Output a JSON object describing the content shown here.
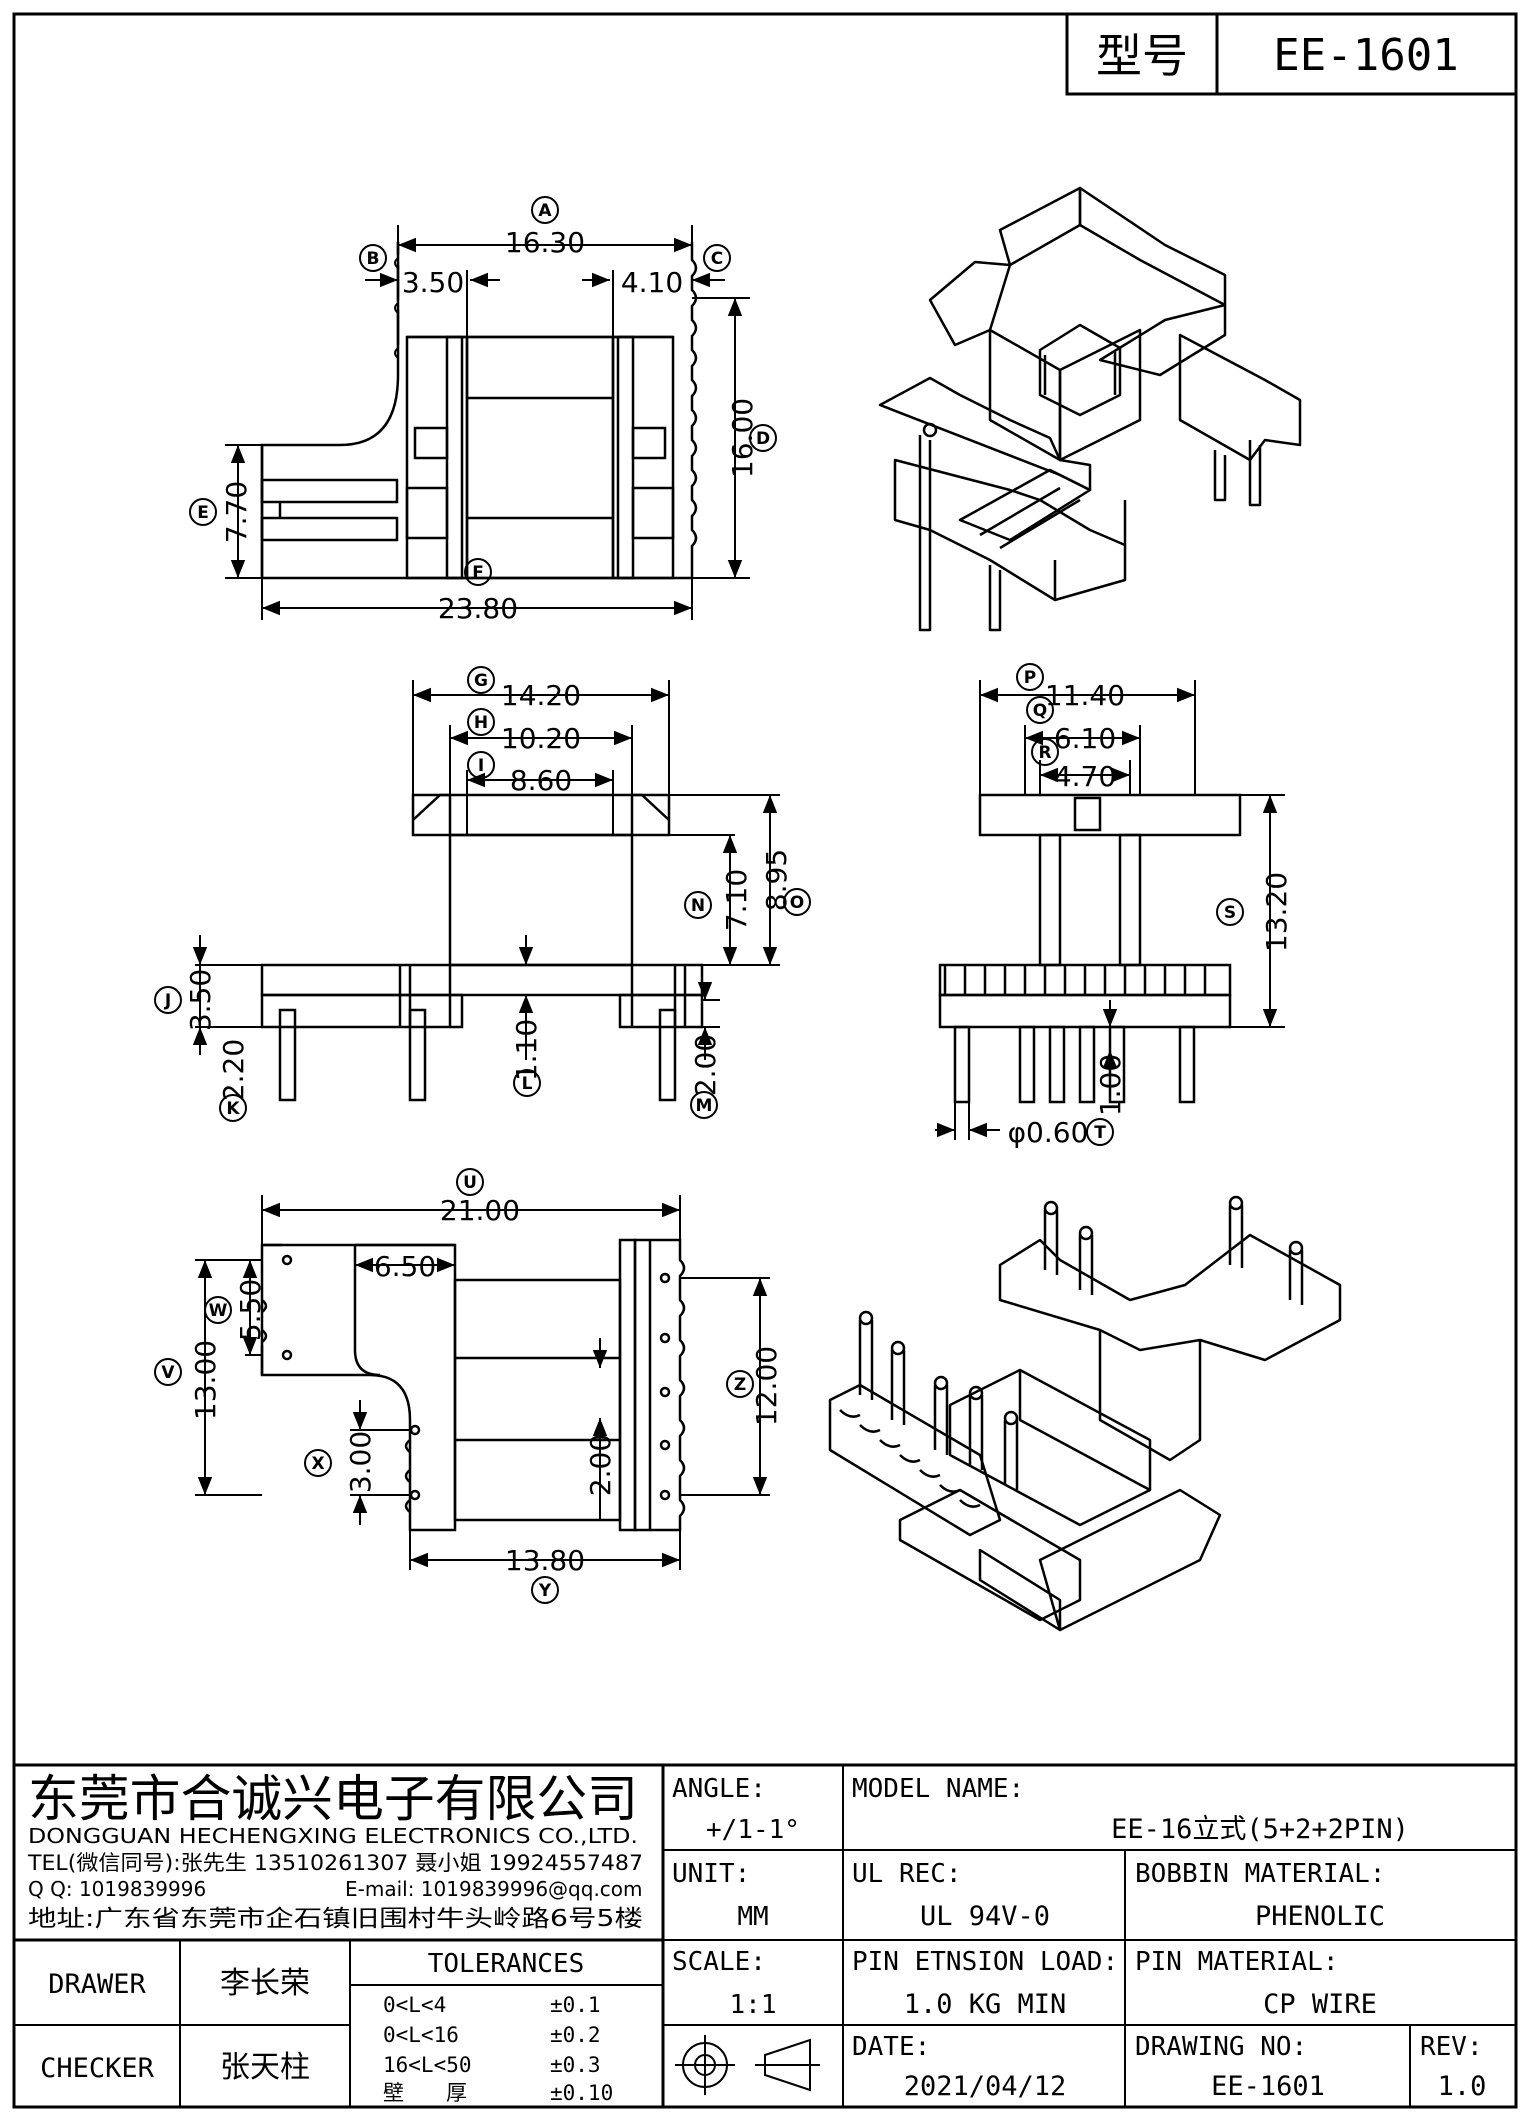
{
  "title_block": {
    "model_label": "型号",
    "model_value": "EE-1601"
  },
  "dimensions": {
    "A": "16.30",
    "B": "3.50",
    "C": "4.10",
    "D": "16.00",
    "E": "7.70",
    "F": "23.80",
    "G": "14.20",
    "H": "10.20",
    "I": "8.60",
    "J": "3.50",
    "K": "2.20",
    "L": "1.10",
    "M": "2.00",
    "N": "7.10",
    "O": "8.95",
    "P": "11.40",
    "Q": "6.10",
    "R": "4.70",
    "S": "13.20",
    "T": "φ0.60",
    "T_height": "1.00",
    "U": "21.00",
    "U_inner": "6.50",
    "V": "13.00",
    "W": "5.50",
    "X": "3.00",
    "Y": "13.80",
    "Z": "12.00",
    "Z_inner": "2.00"
  },
  "labels": {
    "A": "A",
    "B": "B",
    "C": "C",
    "D": "D",
    "E": "E",
    "F": "F",
    "G": "G",
    "H": "H",
    "I": "I",
    "J": "J",
    "K": "K",
    "L": "L",
    "M": "M",
    "N": "N",
    "O": "O",
    "P": "P",
    "Q": "Q",
    "R": "R",
    "S": "S",
    "T": "T",
    "U": "U",
    "V": "V",
    "W": "W",
    "X": "X",
    "Y": "Y",
    "Z": "Z"
  },
  "company": {
    "name_cn": "东莞市合诚兴电子有限公司",
    "name_en": "DONGGUAN HECHENGXING ELECTRONICS CO.,LTD.",
    "tel": "TEL(微信同号):张先生 13510261307 聂小姐 19924557487",
    "qq": "Q Q: 1019839996",
    "email": "E-mail: 1019839996@qq.com",
    "address": "地址:广东省东莞市企石镇旧围村牛头岭路6号5楼"
  },
  "fields": {
    "angle_label": "ANGLE:",
    "angle_value": "+/1-1°",
    "unit_label": "UNIT:",
    "unit_value": "MM",
    "scale_label": "SCALE:",
    "scale_value": "1:1",
    "model_name_label": "MODEL NAME:",
    "model_name_value": "EE-16立式(5+2+2PIN)",
    "ul_label": "UL REC:",
    "ul_value": "UL 94V-0",
    "bobbin_label": "BOBBIN MATERIAL:",
    "bobbin_value": "PHENOLIC",
    "pin_load_label": "PIN ETNSION LOAD:",
    "pin_load_value": "1.0 KG MIN",
    "pin_mat_label": "PIN MATERIAL:",
    "pin_mat_value": "CP WIRE",
    "date_label": "DATE:",
    "date_value": "2021/04/12",
    "drawing_no_label": "DRAWING NO:",
    "drawing_no_value": "EE-1601",
    "rev_label": "REV:",
    "rev_value": "1.0"
  },
  "people": {
    "drawer_label": "DRAWER",
    "drawer_value": "李长荣",
    "checker_label": "CHECKER",
    "checker_value": "张天柱"
  },
  "tolerances": {
    "title": "TOLERANCES",
    "rows": [
      {
        "range": "0<L<4",
        "tol": "±0.1"
      },
      {
        "range": "0<L<16",
        "tol": "±0.2"
      },
      {
        "range": "16<L<50",
        "tol": "±0.3"
      },
      {
        "range": "壁　　厚",
        "tol": "±0.10"
      }
    ]
  }
}
